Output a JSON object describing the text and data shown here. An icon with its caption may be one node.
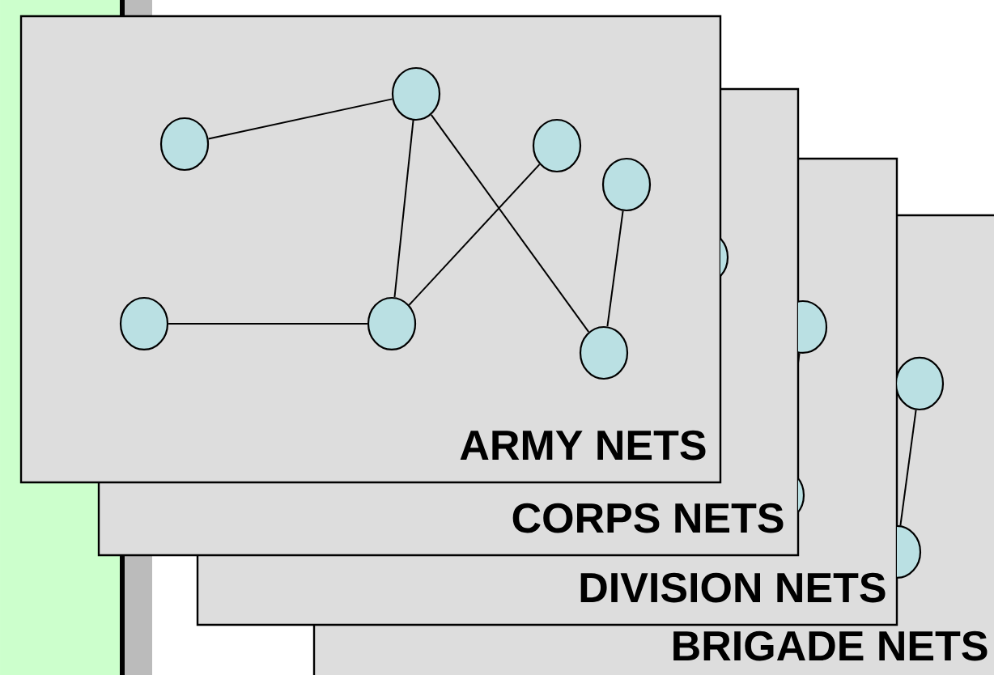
{
  "diagram": {
    "nodes": [
      {
        "text": [],
        "shape": "circle"
      },
      {
        "text": [],
        "shape": "circle"
      },
      {
        "text": [],
        "shape": "circle"
      },
      {
        "text": [],
        "shape": "circle"
      },
      {
        "text": [],
        "shape": "circle"
      },
      {
        "text": [],
        "shape": "circle"
      },
      {
        "text": [],
        "shape": "circle"
      },
      {
        "text": [],
        "shape": "circle"
      },
      {
        "text": [],
        "shape": "circle"
      },
      {
        "text": [],
        "shape": "circle"
      },
      {
        "text": [],
        "shape": "circle"
      },
      {
        "text": [],
        "shape": "circle"
      }
    ],
    "edges": [
      {
        "from": 0,
        "to": 1,
        "arrow": "none"
      },
      {
        "from": 1,
        "to": 5,
        "arrow": "none"
      },
      {
        "from": 1,
        "to": 6,
        "arrow": "none"
      },
      {
        "from": 5,
        "to": 2,
        "arrow": "none"
      },
      {
        "from": 4,
        "to": 5,
        "arrow": "none"
      },
      {
        "from": 3,
        "to": 6,
        "arrow": "none"
      },
      {
        "from": 8,
        "to": 9,
        "arrow": "none"
      },
      {
        "from": 10,
        "to": 11,
        "arrow": "none"
      }
    ],
    "labels": [
      "ARMY NETS",
      "CORPS NETS",
      "DIVISION NETS",
      "BRIGADE NETS"
    ]
  }
}
